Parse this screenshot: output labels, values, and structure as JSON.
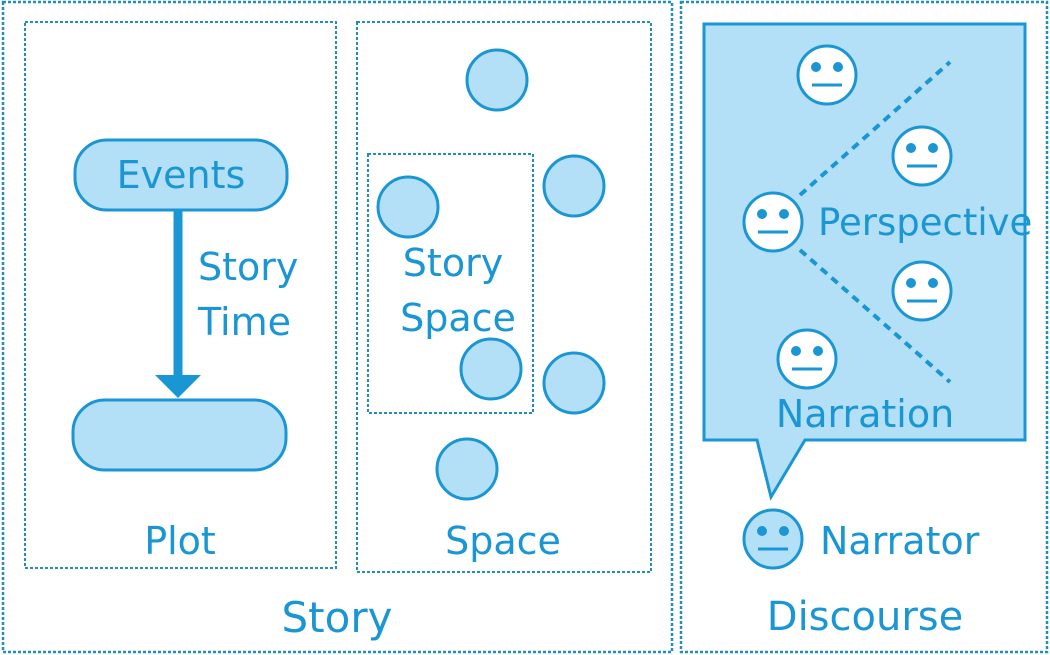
{
  "colors": {
    "stroke": "#1a96d4",
    "fill": "#b3e0f6",
    "dotted": "#1f8fbf"
  },
  "story": {
    "label": "Story",
    "plot": {
      "label": "Plot",
      "events": "Events",
      "time_line1": "Story",
      "time_line2": "Time"
    },
    "space": {
      "label": "Space",
      "story_space_line1": "Story",
      "story_space_line2": "Space"
    }
  },
  "discourse": {
    "label": "Discourse",
    "perspective": "Perspective",
    "narration": "Narration",
    "narrator": "Narrator"
  }
}
